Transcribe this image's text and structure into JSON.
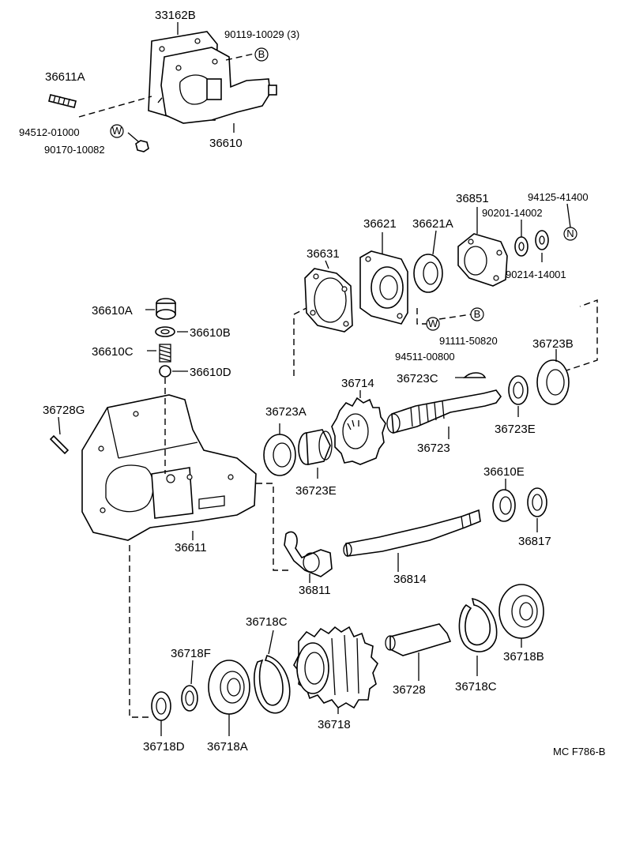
{
  "labels": {
    "p33162B": "33162B",
    "p90119": "90119-10029 (3)",
    "p36611A": "36611A",
    "p94512": "94512-01000",
    "p90170": "90170-10082",
    "p36610": "36610",
    "p36851": "36851",
    "p94125": "94125-41400",
    "p36621": "36621",
    "p36621A": "36621A",
    "p90201": "90201-14002",
    "p36631": "36631",
    "p90214": "90214-14001",
    "p36610A": "36610A",
    "p36610B": "36610B",
    "p91111": "91111-50820",
    "p94511": "94511-00800",
    "p36723B": "36723B",
    "p36610C": "36610C",
    "p36610D": "36610D",
    "p36723C": "36723C",
    "p36714": "36714",
    "p36728G": "36728G",
    "p36723A": "36723A",
    "p36723E_1": "36723E",
    "p36723": "36723",
    "p36723E_2": "36723E",
    "p36610E": "36610E",
    "p36611": "36611",
    "p36817": "36817",
    "p36811": "36811",
    "p36814": "36814",
    "p36718C_1": "36718C",
    "p36718F": "36718F",
    "p36718B": "36718B",
    "p36728": "36728",
    "p36718C_2": "36718C",
    "p36718": "36718",
    "p36718D": "36718D",
    "p36718A": "36718A",
    "footer": "MC F786-B"
  },
  "symbols": {
    "bolt": "B",
    "washer": "W",
    "nut": "N"
  }
}
